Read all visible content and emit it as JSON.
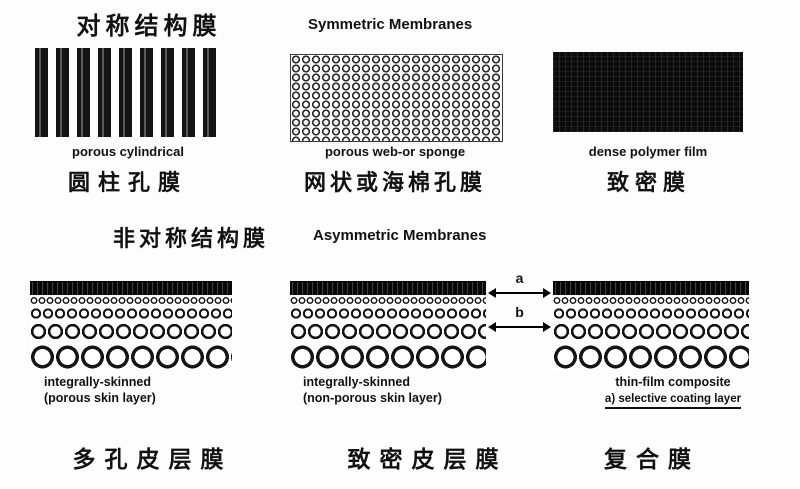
{
  "colors": {
    "ink": "#111111"
  },
  "symmetric": {
    "title_zh": "对称结构膜",
    "title_en": "Symmetric Membranes",
    "panels": [
      {
        "caption_en": "porous cylindrical",
        "caption_zh": "圆柱孔膜"
      },
      {
        "caption_en": "porous web-or sponge",
        "caption_zh": "网状或海棉孔膜"
      },
      {
        "caption_en": "dense polymer film",
        "caption_zh": "致密膜"
      }
    ]
  },
  "asymmetric": {
    "title_zh": "非对称结构膜",
    "title_en": "Asymmetric Membranes",
    "arrow_labels": {
      "a": "a",
      "b": "b"
    },
    "panels": [
      {
        "caption_en_line1": "integrally-skinned",
        "caption_en_line2": "(porous skin layer)",
        "caption_zh": "多孔皮层膜"
      },
      {
        "caption_en_line1": "integrally-skinned",
        "caption_en_line2": "(non-porous skin layer)",
        "caption_zh": "致密皮层膜"
      },
      {
        "caption_en_line1": "thin-film composite",
        "caption_en_line2": "a) selective coating layer",
        "caption_zh": "复合膜"
      }
    ]
  }
}
